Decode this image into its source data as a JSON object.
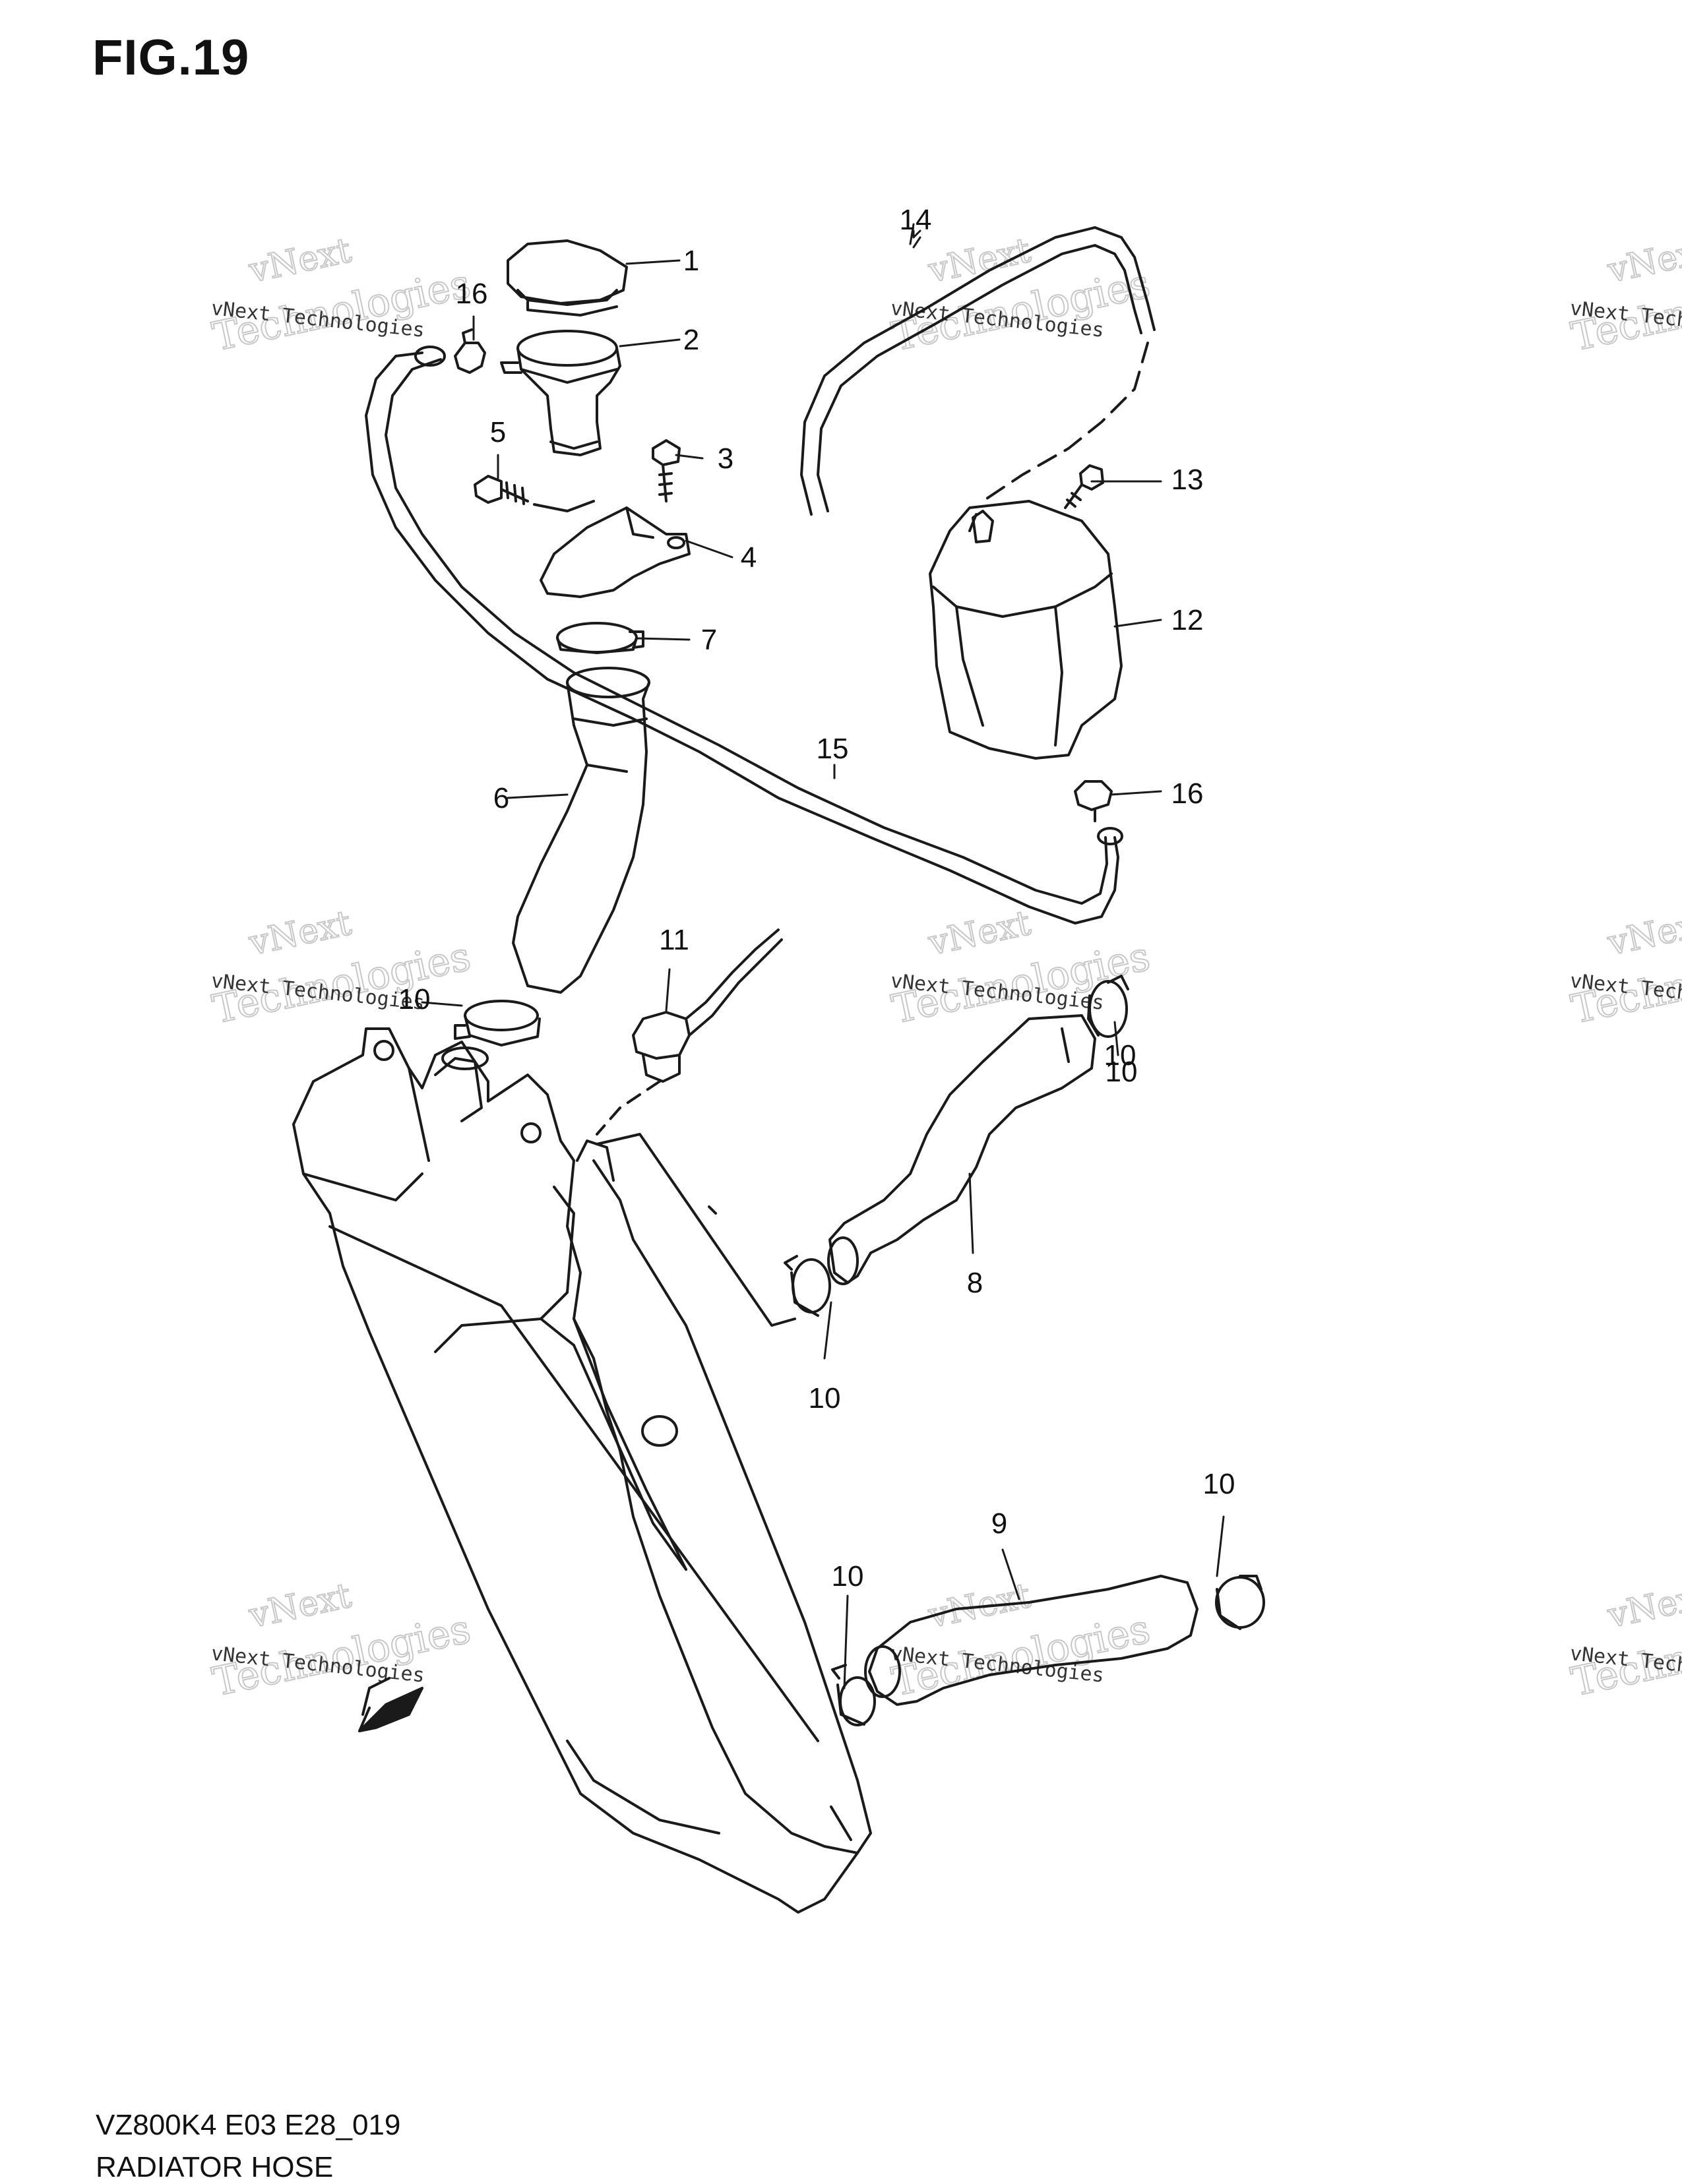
{
  "figure": {
    "title": "FIG.19",
    "code": "VZ800K4 E03 E28_019",
    "name": "RADIATOR HOSE"
  },
  "callouts": [
    "1",
    "2",
    "3",
    "4",
    "5",
    "6",
    "7",
    "8",
    "9",
    "10",
    "10",
    "10",
    "10",
    "10",
    "10",
    "11",
    "12",
    "13",
    "14",
    "15",
    "16",
    "16"
  ],
  "watermark": {
    "line1": "vNext",
    "line2": "vNext Technologies",
    "line3": "Technologies"
  },
  "colors": {
    "ink": "#1a1a1a",
    "watermark": "#c8c8c8"
  }
}
